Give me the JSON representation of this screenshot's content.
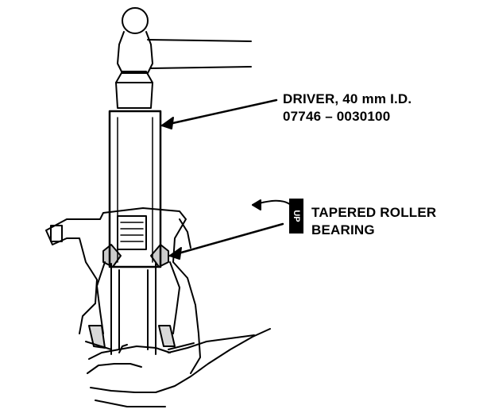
{
  "callouts": {
    "driver": {
      "line1": "DRIVER, 40 mm I.D.",
      "line2": "07746 – 0030100"
    },
    "bearing": {
      "line1": "TAPERED ROLLER",
      "line2": "BEARING"
    },
    "bearing_tag_text": "UP"
  },
  "colors": {
    "ink": "#000000",
    "paper": "#ffffff"
  }
}
